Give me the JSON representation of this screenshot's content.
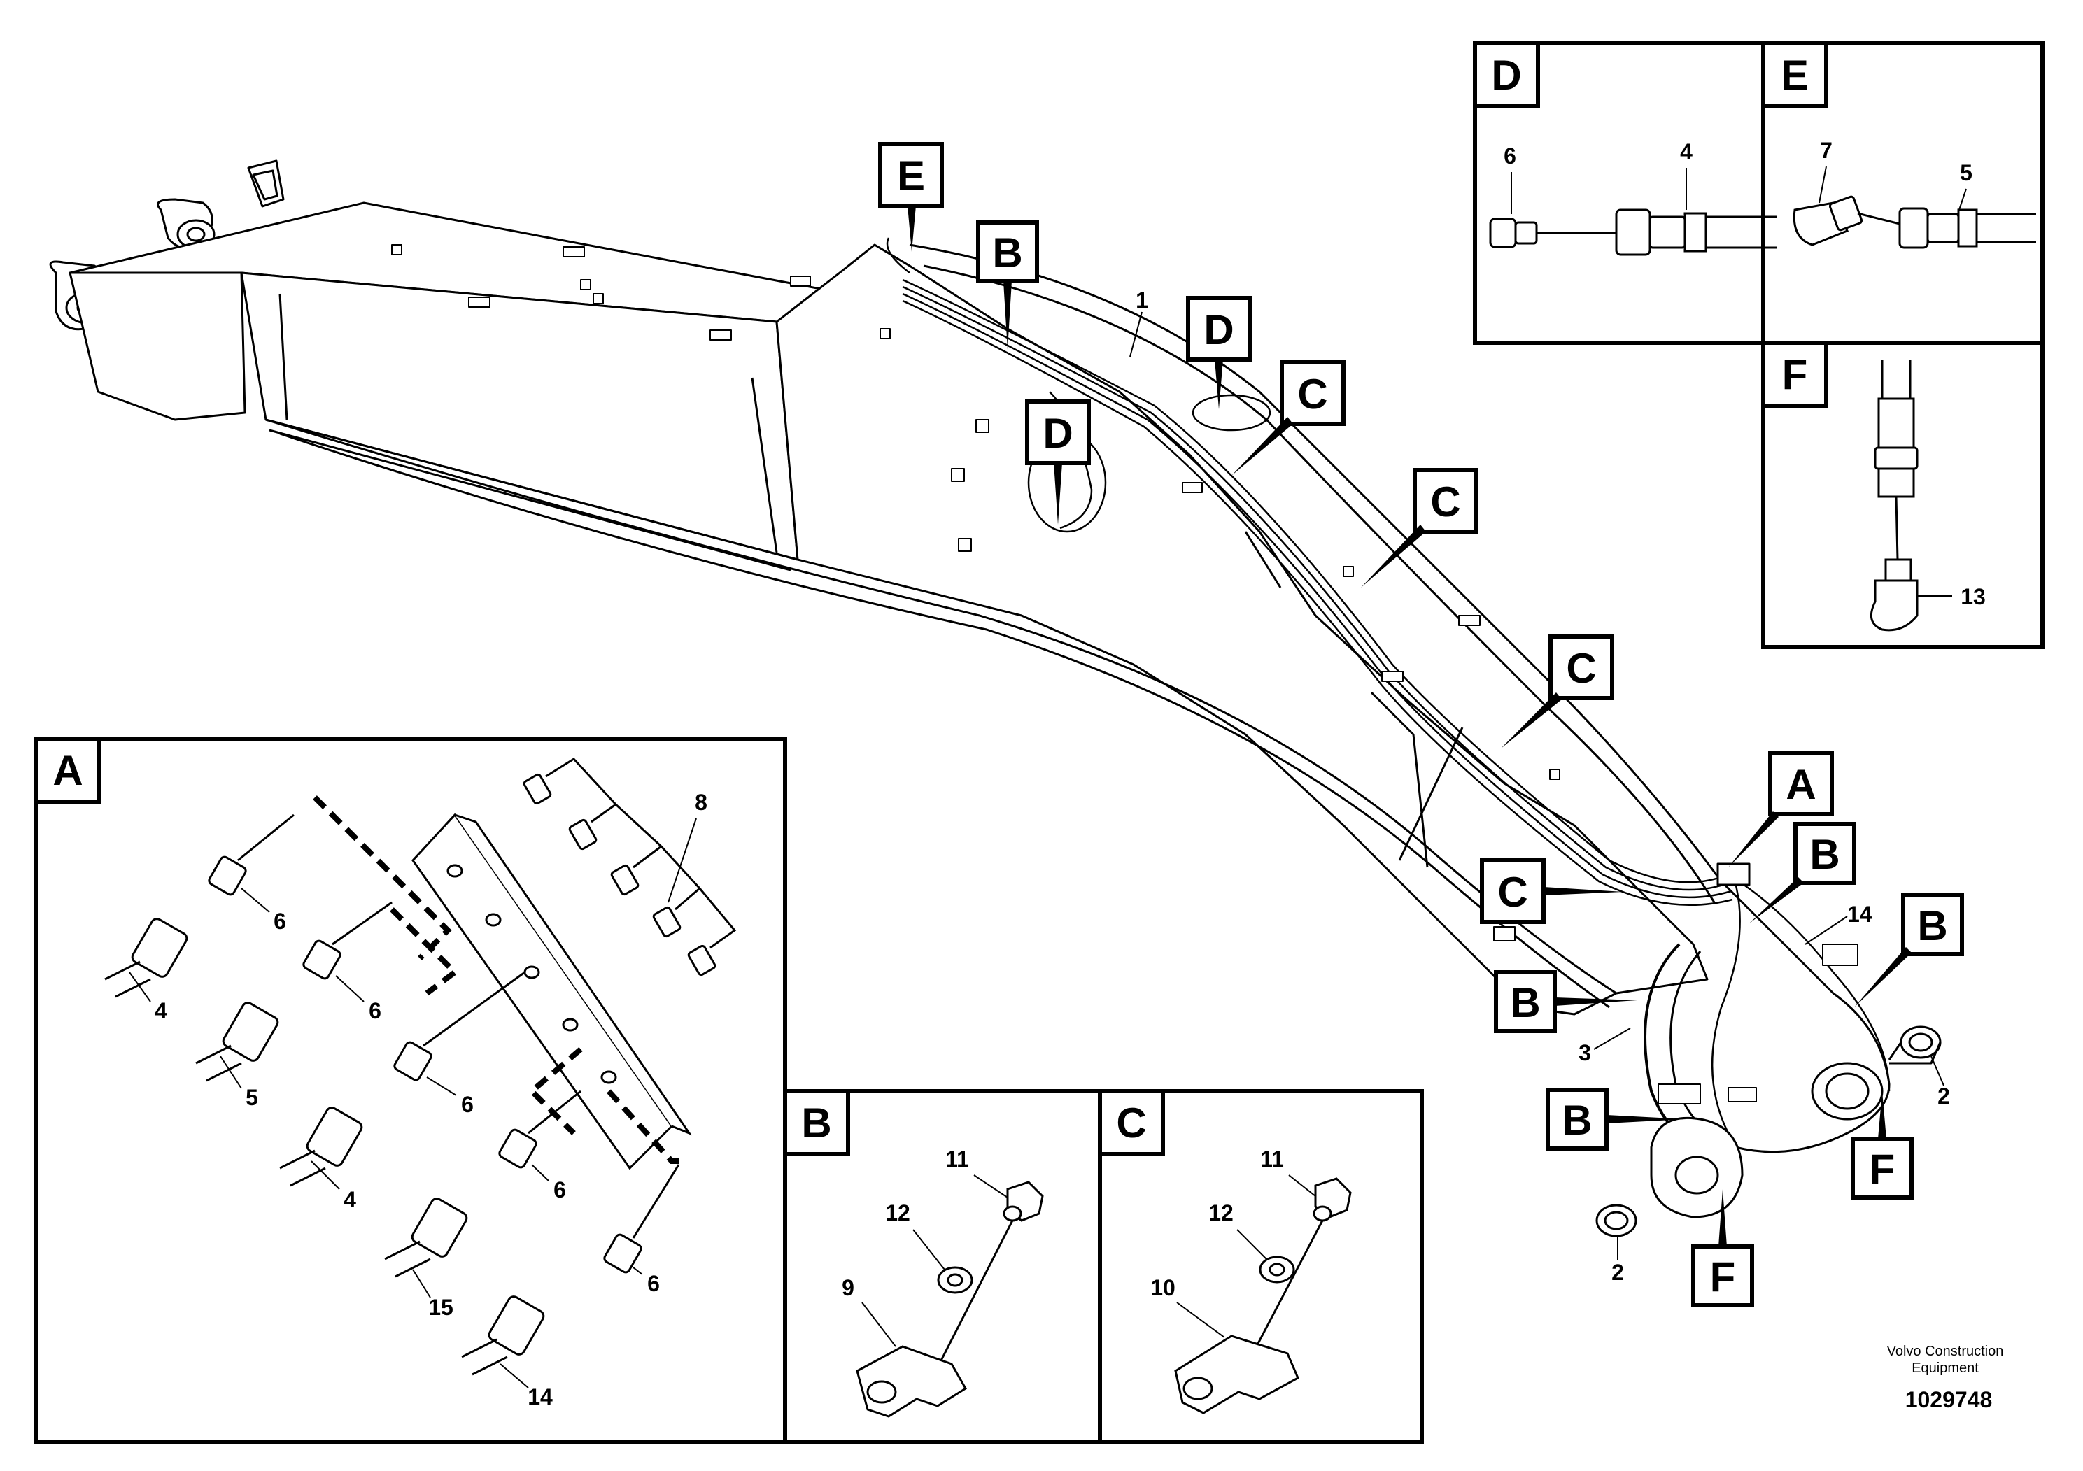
{
  "callouts": {
    "main": {
      "E": "E",
      "B1": "B",
      "D1": "D",
      "D2": "D",
      "C1": "C",
      "C2": "C",
      "C3": "C",
      "C4": "C",
      "A": "A",
      "B2": "B",
      "B3": "B",
      "B4": "B",
      "B5": "B",
      "F1": "F",
      "F2": "F"
    },
    "part_numbers": {
      "n1": "1",
      "n14": "14",
      "n3": "3",
      "n2a": "2",
      "n2b": "2"
    }
  },
  "detail_D": {
    "letter": "D",
    "labels": [
      "6",
      "4"
    ]
  },
  "detail_E": {
    "letter": "E",
    "labels": [
      "7",
      "5"
    ]
  },
  "detail_F": {
    "letter": "F",
    "labels": [
      "13"
    ]
  },
  "detail_A": {
    "letter": "A",
    "labels": [
      "8",
      "6",
      "6",
      "6",
      "6",
      "6",
      "4",
      "5",
      "4",
      "15",
      "14"
    ]
  },
  "detail_B": {
    "letter": "B",
    "labels": [
      "11",
      "12",
      "9"
    ]
  },
  "detail_C": {
    "letter": "C",
    "labels": [
      "11",
      "12",
      "10"
    ]
  },
  "footer": {
    "company_line1": "Volvo Construction",
    "company_line2": "Equipment",
    "drawing_number": "1029748"
  }
}
